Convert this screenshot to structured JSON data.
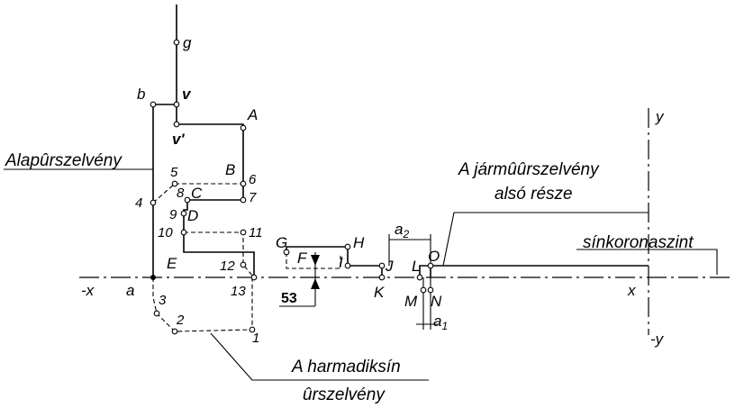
{
  "labels": {
    "g": "g",
    "b": "b",
    "v": "v",
    "v_prime": "v'",
    "A": "A",
    "B": "B",
    "C": "C",
    "D": "D",
    "E": "E",
    "F": "F",
    "G": "G",
    "H": "H",
    "I": "I",
    "J": "J",
    "K": "K",
    "L": "L",
    "M": "M",
    "N": "N",
    "O": "O",
    "a": "a",
    "x": "x",
    "neg_x": "-x",
    "y": "y",
    "neg_y": "-y",
    "a2_base": "a",
    "a2_sub": "2",
    "a1_base": "a",
    "a1_sub": "1"
  },
  "points": {
    "p1": "1",
    "p2": "2",
    "p3": "3",
    "p4": "4",
    "p5": "5",
    "p6": "6",
    "p7": "7",
    "p8": "8",
    "p9": "9",
    "p10": "10",
    "p11": "11",
    "p12": "12",
    "p13": "13"
  },
  "dimension_53": "53",
  "captions": {
    "base_profile": "Alapûrszelvény",
    "vehicle_profile_line1": "A jármûûrszelvény",
    "vehicle_profile_line2": "alsó része",
    "rail_level": "sínkoronaszint",
    "third_rail_line1": "A harmadiksín",
    "third_rail_line2": "ûrszelvény"
  }
}
